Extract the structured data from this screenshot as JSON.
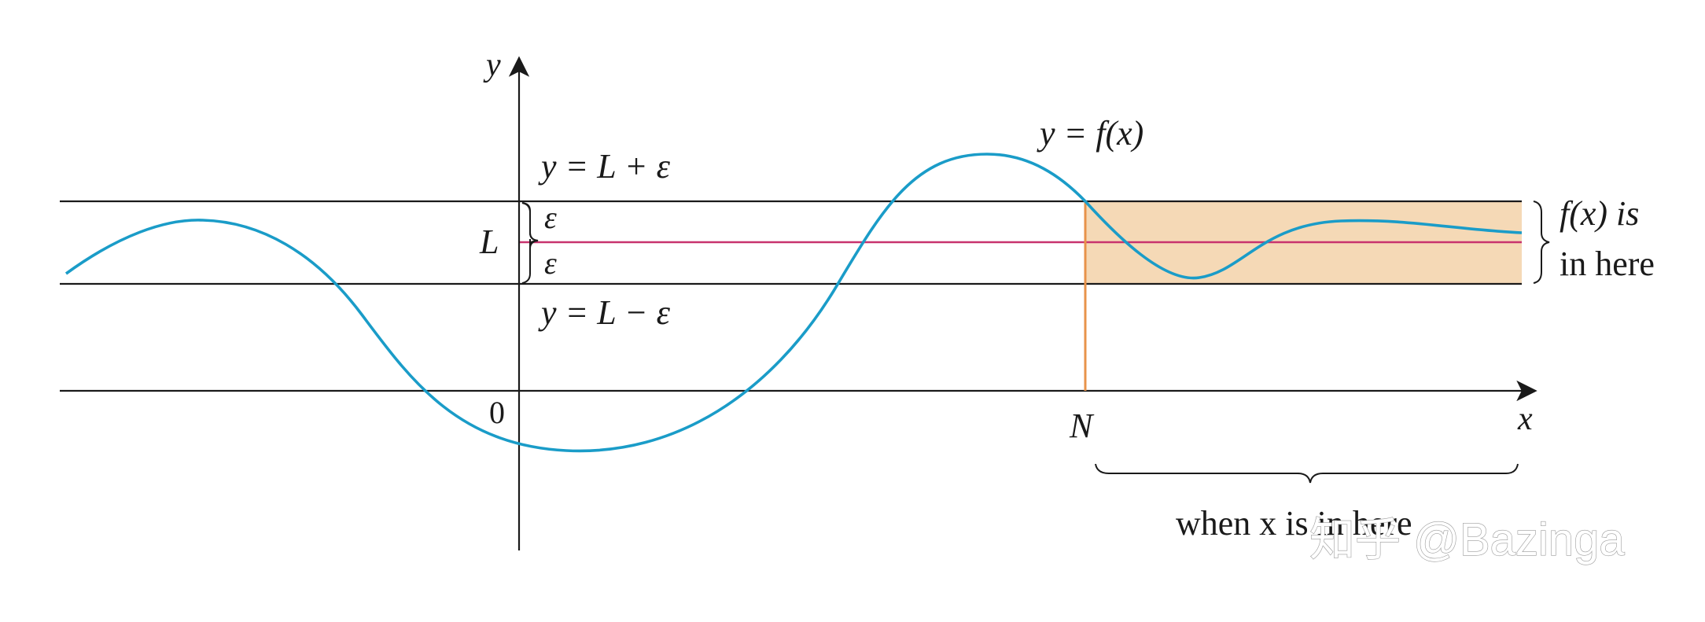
{
  "diagram": {
    "axis_y_label": "y",
    "axis_x_label": "x",
    "origin_label": "0",
    "L_label": "L",
    "N_label": "N",
    "upper_line_label": "y = L + ε",
    "lower_line_label": "y = L − ε",
    "epsilon_upper": "ε",
    "epsilon_lower": "ε",
    "curve_label": "y = f(x)",
    "band_note_line1": "f(x) is",
    "band_note_line2": "in here",
    "x_range_note": "when x is in here",
    "watermark": "知乎 @Bazinga",
    "colors": {
      "curve": "#1a9cc8",
      "limit_line": "#c8336e",
      "band_fill": "#f5d9b6",
      "N_line": "#e8934a",
      "axes": "#1a1a1a"
    }
  }
}
